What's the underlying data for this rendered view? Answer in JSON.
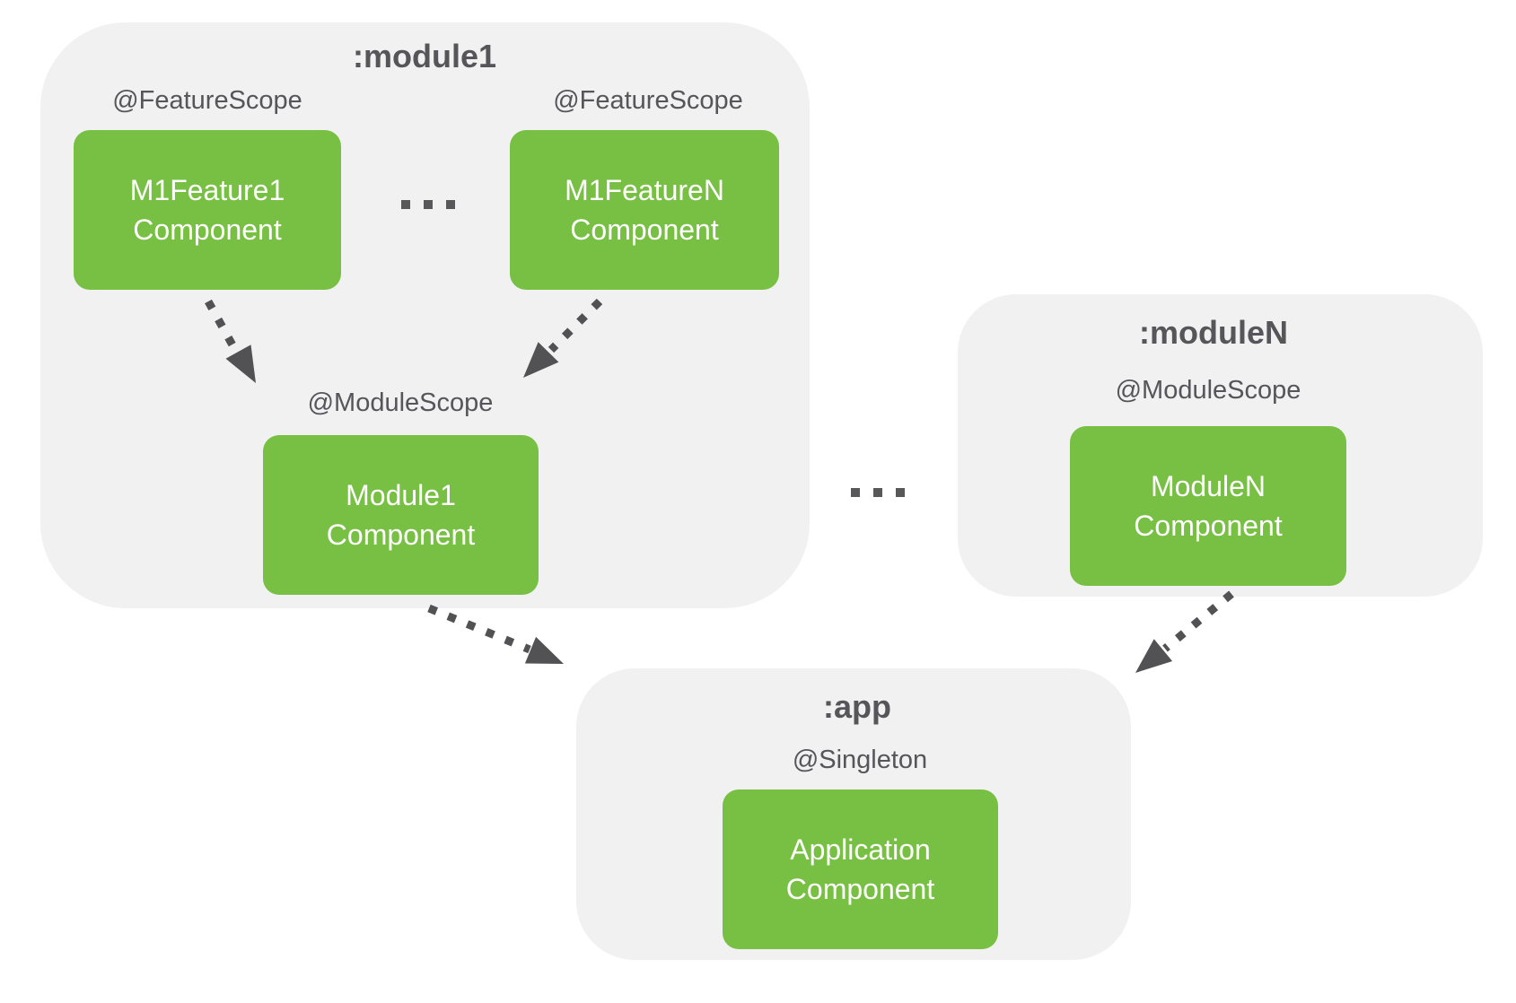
{
  "colors": {
    "container_bg": "#f1f1f2",
    "box_green": "#77c043",
    "text_gray": "#55555a",
    "arrow_gray": "#525255",
    "box_text": "#ffffff"
  },
  "module1": {
    "title": ":module1",
    "feature1": {
      "scope": "@FeatureScope",
      "box_line1": "M1Feature1",
      "box_line2": "Component"
    },
    "featureN": {
      "scope": "@FeatureScope",
      "box_line1": "M1FeatureN",
      "box_line2": "Component"
    },
    "module": {
      "scope": "@ModuleScope",
      "box_line1": "Module1",
      "box_line2": "Component"
    }
  },
  "moduleN": {
    "title": ":moduleN",
    "module": {
      "scope": "@ModuleScope",
      "box_line1": "ModuleN",
      "box_line2": "Component"
    }
  },
  "app": {
    "title": ":app",
    "component": {
      "scope": "@Singleton",
      "box_line1": "Application",
      "box_line2": "Component"
    }
  }
}
